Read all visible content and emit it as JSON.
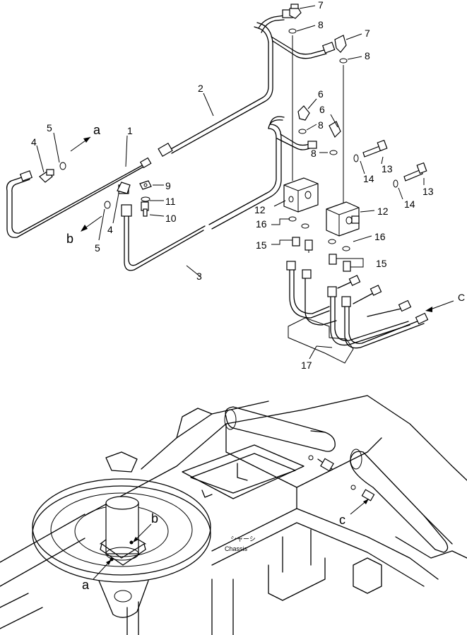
{
  "callouts": {
    "c1": "1",
    "c2": "2",
    "c3": "3",
    "c4a": "4",
    "c4b": "4",
    "c5a": "5",
    "c5b": "5",
    "c6a": "6",
    "c6b": "6",
    "c7a": "7",
    "c7b": "7",
    "c8a": "8",
    "c8b": "8",
    "c8c": "8",
    "c8d": "8",
    "c9": "9",
    "c10": "10",
    "c11": "11",
    "c12a": "12",
    "c12b": "12",
    "c13a": "13",
    "c13b": "13",
    "c14a": "14",
    "c14b": "14",
    "c15a": "15",
    "c15b": "15",
    "c16a": "16",
    "c16b": "16",
    "c17": "17"
  },
  "refs": {
    "a_top": "a",
    "b_top": "b",
    "c_top": "C",
    "a_bottom": "a",
    "b_bottom": "b",
    "c_bottom": "c"
  },
  "chassis": {
    "jp": "シャーシ",
    "en": "Chassis"
  }
}
